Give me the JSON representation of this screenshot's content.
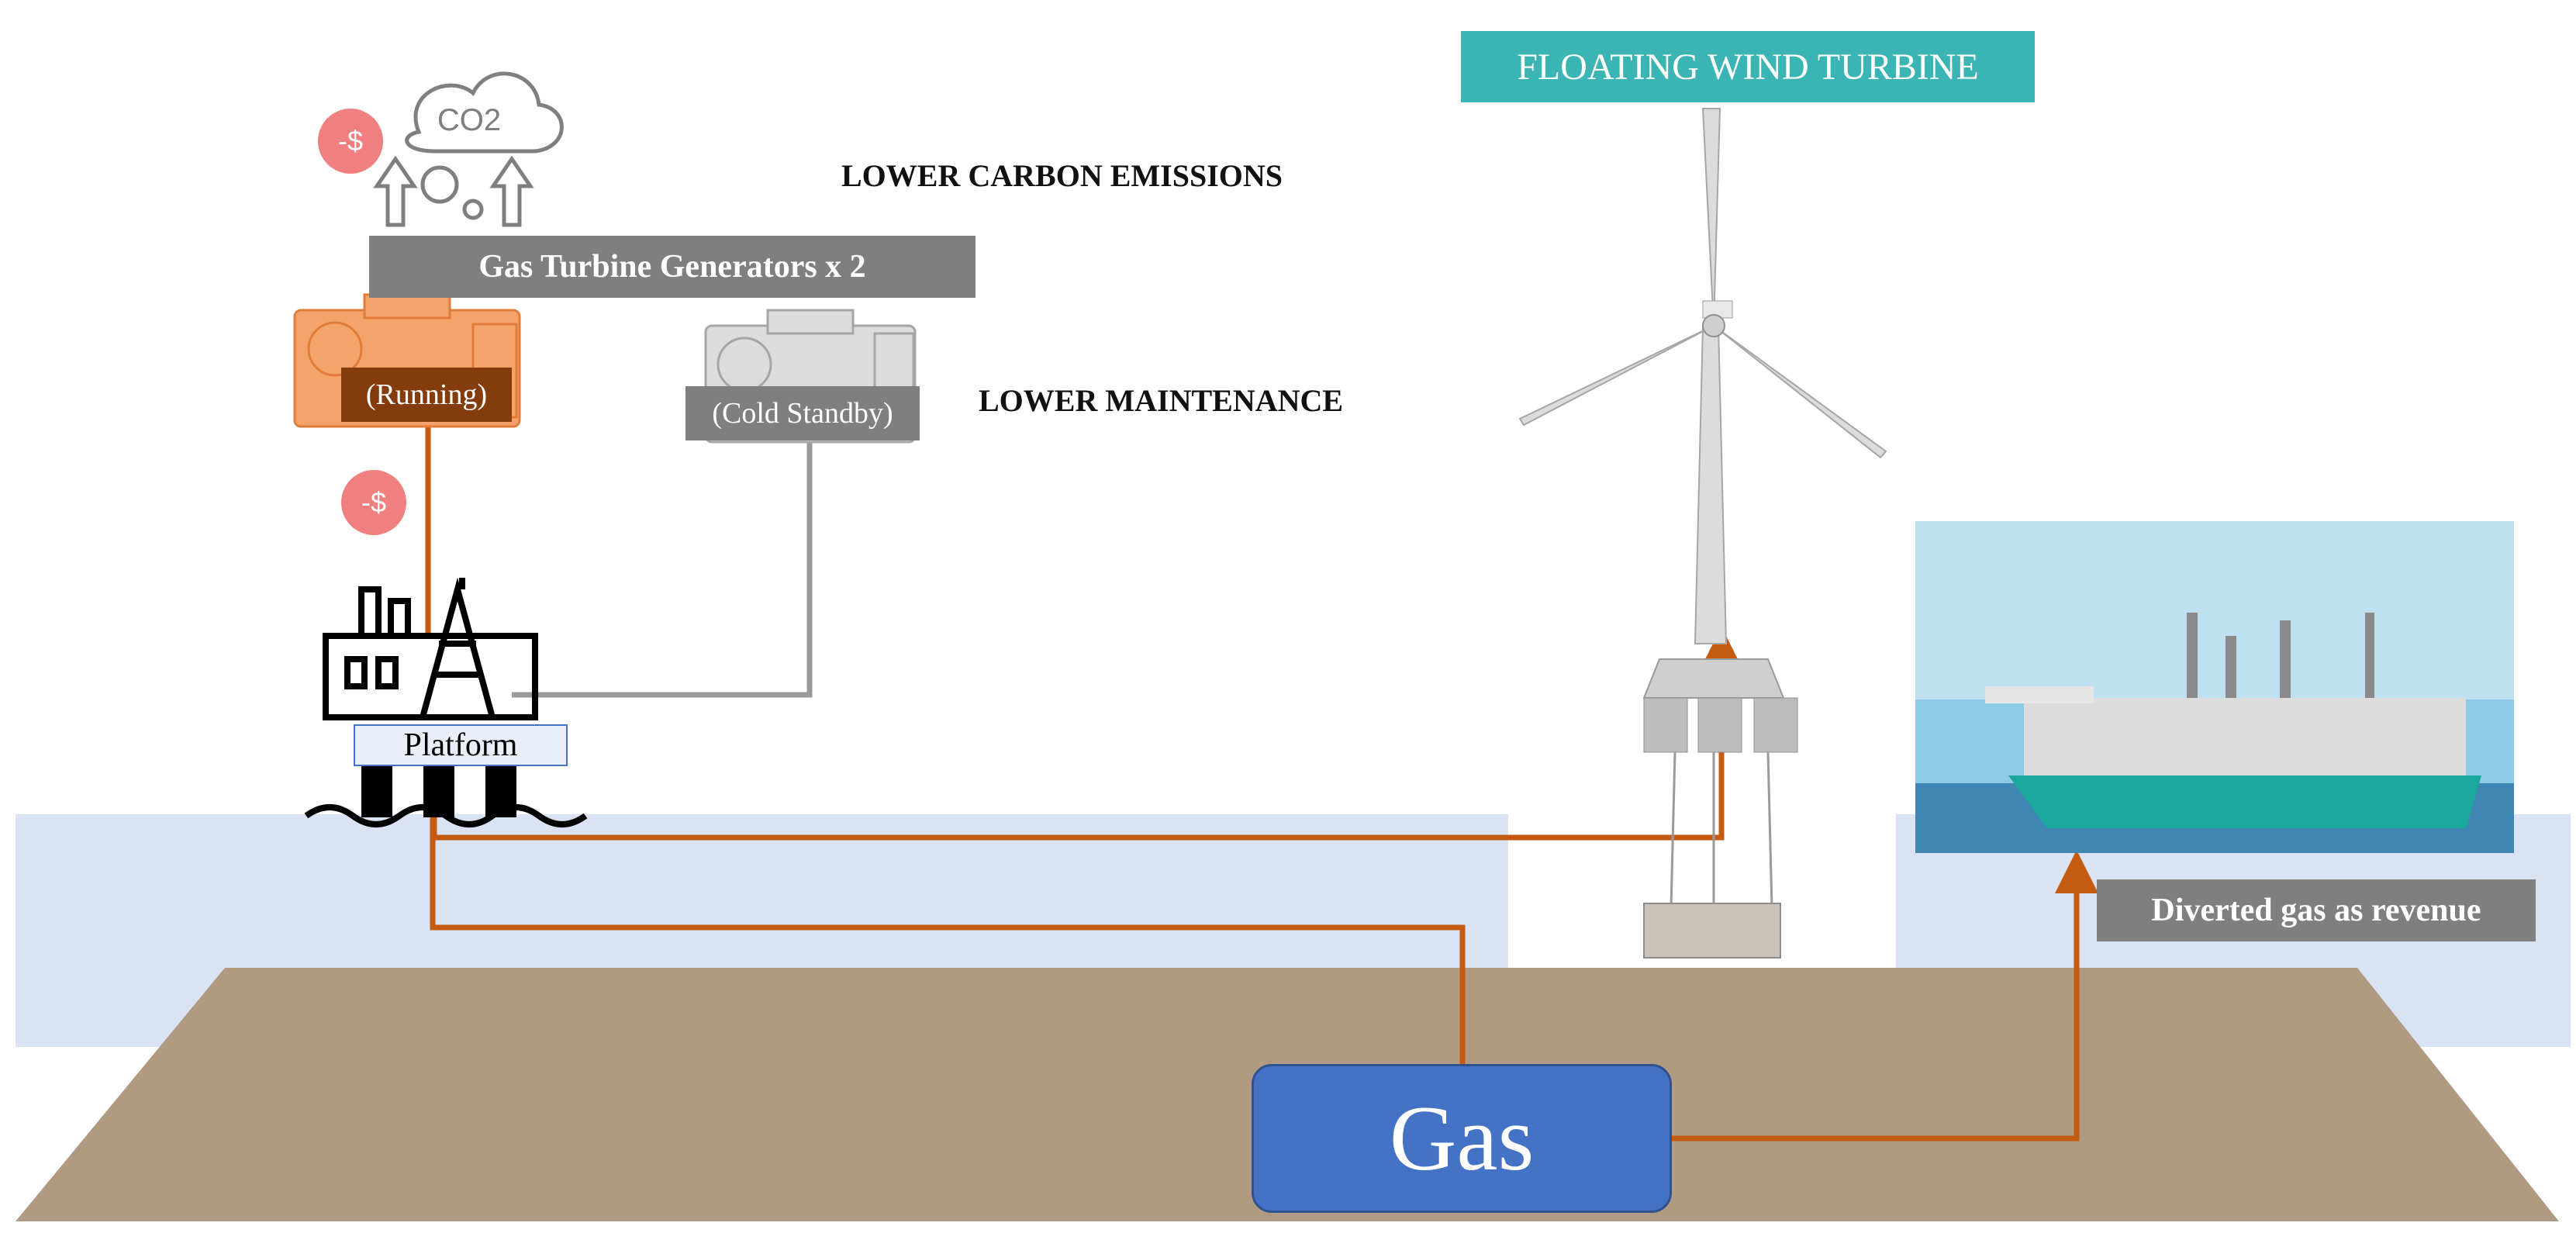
{
  "title": "FLOATING WIND TURBINE",
  "benefits": {
    "carbon": "LOWER CARBON EMISSIONS",
    "maintenance": "LOWER MAINTENANCE"
  },
  "generators": {
    "label": "Gas Turbine Generators x 2",
    "running": "(Running)",
    "standby": "(Cold Standby)",
    "cost_marker": "-$",
    "co2_label": "CO2"
  },
  "platform": {
    "label": "Platform"
  },
  "revenue": {
    "label": "Diverted gas as revenue"
  },
  "reservoir": {
    "label": "Gas"
  },
  "colors": {
    "pipe": "#c55a11",
    "standby_line": "#999999",
    "sea": "#dae3f3",
    "seabed": "#b09a82",
    "title_bg": "#3bb5b4",
    "gas_bg": "#4472c4",
    "running_bg": "#843c0c",
    "cost_bg": "#f08080"
  }
}
